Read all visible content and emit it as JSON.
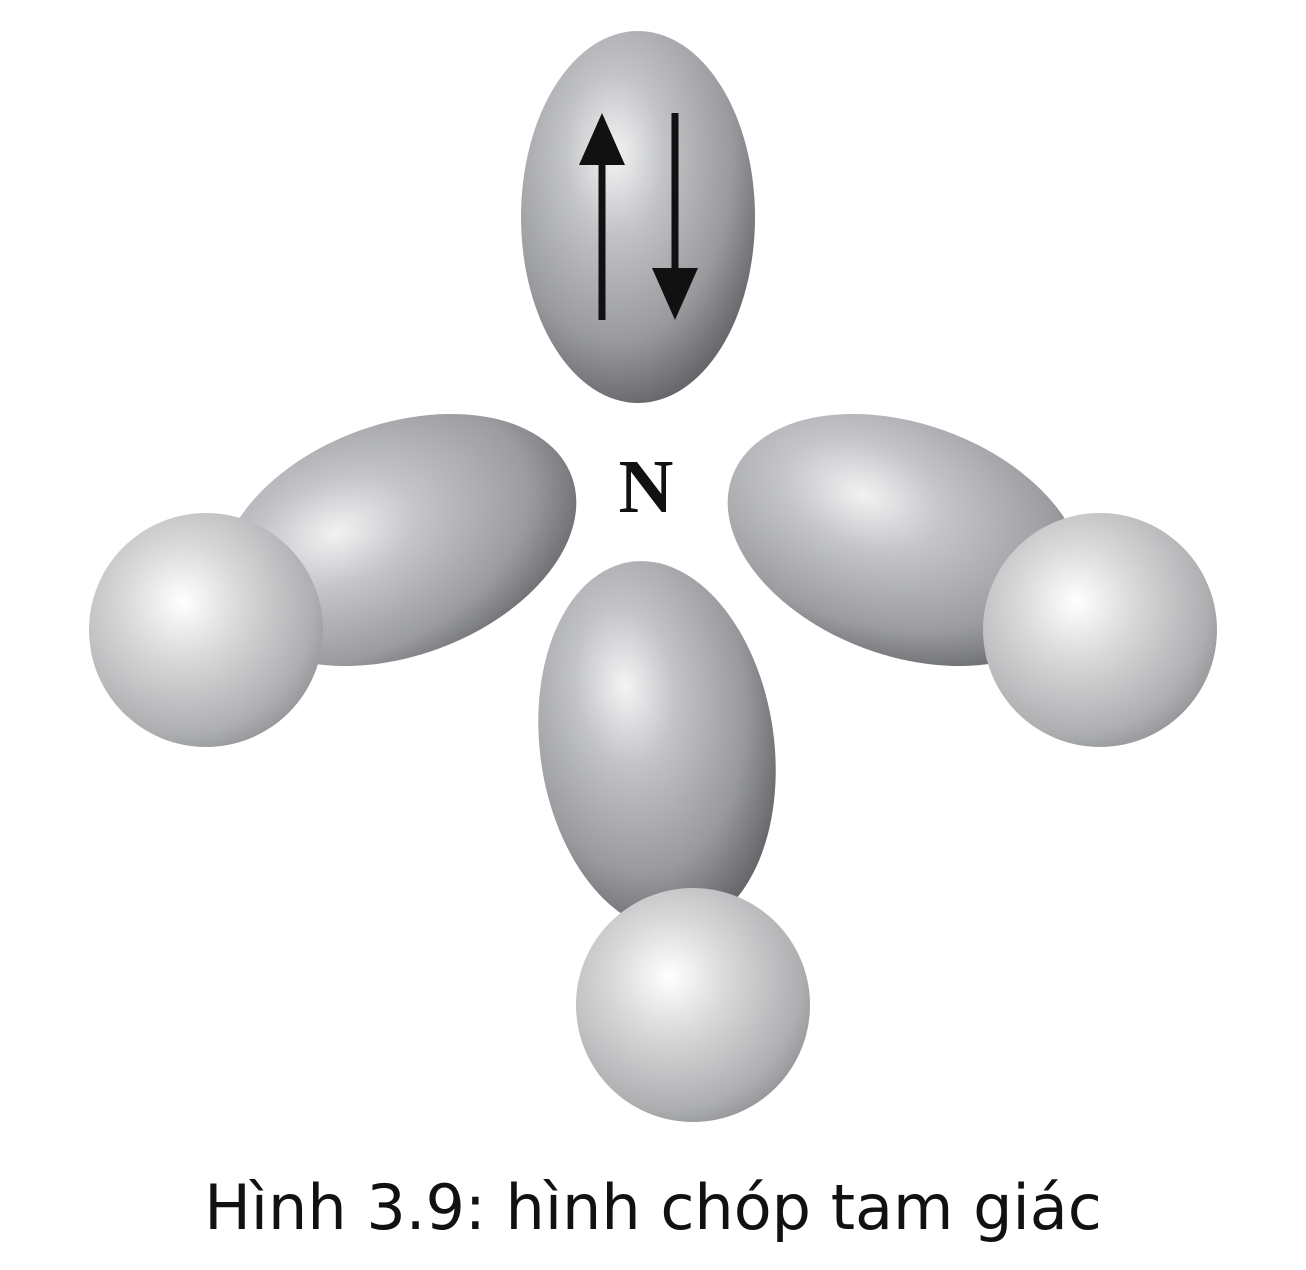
{
  "figure": {
    "central_atom": "N",
    "lone_pair": {
      "electron_arrows": [
        "up",
        "down"
      ]
    },
    "bond_count": 3,
    "colors": {
      "lobe_light": "#e6e6e7",
      "lobe_mid": "#a3a4a7",
      "lobe_dark": "#5e5f62",
      "sphere_light": "#f7f7f7",
      "sphere_dark": "#8d8e91",
      "arrow": "#111111"
    }
  },
  "caption": {
    "text": "Hình 3.9: hình chóp tam giác"
  }
}
